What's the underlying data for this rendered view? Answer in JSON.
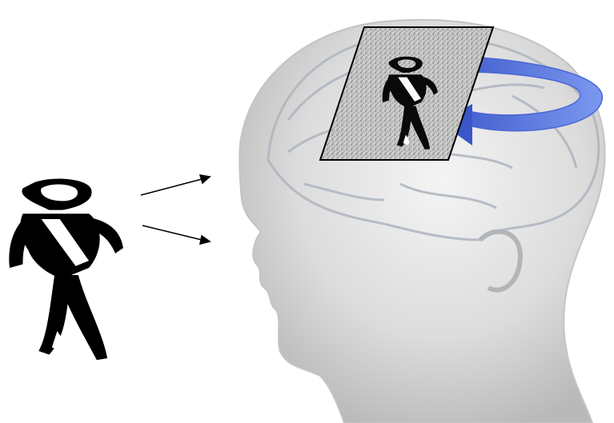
{
  "diagram": {
    "elements": [
      {
        "id": "figure",
        "icon": "running-figure-icon"
      },
      {
        "id": "head",
        "icon": "human-head-icon"
      },
      {
        "id": "brain",
        "icon": "brain-icon"
      },
      {
        "id": "mental-image",
        "icon": "noisy-mental-image"
      },
      {
        "id": "recurrent-arrow",
        "icon": "curved-arrow-icon"
      }
    ],
    "colors": {
      "figure": "#000000",
      "head_shade": "#c9c9c9",
      "arrow_blue": "#5f7fe6",
      "arrow_dark": "#3a56c8",
      "panel_border": "#000000"
    }
  }
}
